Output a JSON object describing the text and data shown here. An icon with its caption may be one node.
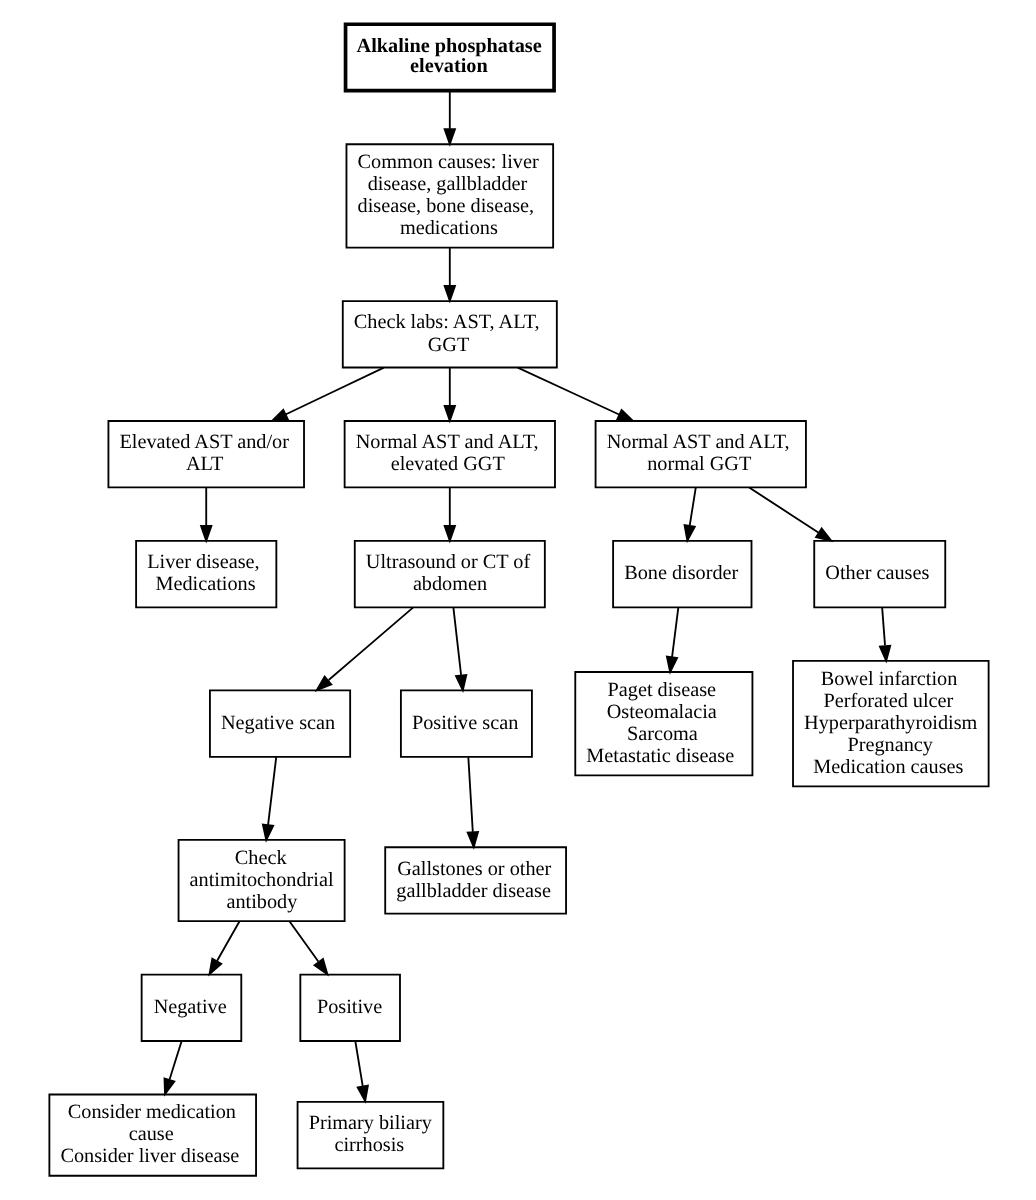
{
  "diagram": {
    "nodes": [
      {
        "text": [
          "Alkaline phosphatase elevation"
        ]
      },
      {
        "text": [
          "Common causes: liver disease, gallbladder disease, bone disease, medications"
        ]
      },
      {
        "text": [
          "Check labs: AST, ALT, GGT"
        ]
      },
      {
        "text": [
          "Elevated AST and/or ALT"
        ]
      },
      {
        "text": [
          "Normal AST and ALT, elevated GGT"
        ]
      },
      {
        "text": [
          "Normal AST and ALT, normal GGT"
        ]
      },
      {
        "text": [
          "Liver disease, Medications"
        ]
      },
      {
        "text": [
          "Ultrasound or CT of abdomen"
        ]
      },
      {
        "text": [
          "Bone disorder"
        ]
      },
      {
        "text": [
          "Other causes"
        ]
      },
      {
        "text": [
          "Negative scan"
        ]
      },
      {
        "text": [
          "Positive scan"
        ]
      },
      {
        "text": [
          "Paget disease",
          "Osteomalacia",
          "Sarcoma",
          "Metastatic disease"
        ]
      },
      {
        "text": [
          "Bowel infarction",
          "Perforated ulcer",
          "Hyperparathyroidism",
          "Pregnancy",
          "Medication causes"
        ]
      },
      {
        "text": [
          "Check antimitochondrial antibody"
        ]
      },
      {
        "text": [
          "Gallstones or other gallbladder disease"
        ]
      },
      {
        "text": [
          "Negative"
        ]
      },
      {
        "text": [
          "Positive"
        ]
      },
      {
        "text": [
          "Consider medication cause",
          "Consider liver disease"
        ]
      },
      {
        "text": [
          "Primary biliary cirrhosis"
        ]
      }
    ],
    "edges": [
      {
        "from": 0,
        "to": 1,
        "arrow": "to"
      },
      {
        "from": 1,
        "to": 2,
        "arrow": "to"
      },
      {
        "from": 2,
        "to": 3,
        "arrow": "to"
      },
      {
        "from": 2,
        "to": 4,
        "arrow": "to"
      },
      {
        "from": 2,
        "to": 5,
        "arrow": "to"
      },
      {
        "from": 3,
        "to": 6,
        "arrow": "to"
      },
      {
        "from": 4,
        "to": 7,
        "arrow": "to"
      },
      {
        "from": 5,
        "to": 8,
        "arrow": "to"
      },
      {
        "from": 5,
        "to": 9,
        "arrow": "to"
      },
      {
        "from": 7,
        "to": 10,
        "arrow": "to"
      },
      {
        "from": 7,
        "to": 11,
        "arrow": "to"
      },
      {
        "from": 8,
        "to": 12,
        "arrow": "to"
      },
      {
        "from": 9,
        "to": 13,
        "arrow": "to"
      },
      {
        "from": 10,
        "to": 14,
        "arrow": "to"
      },
      {
        "from": 11,
        "to": 15,
        "arrow": "to"
      },
      {
        "from": 14,
        "to": 16,
        "arrow": "to"
      },
      {
        "from": 14,
        "to": 17,
        "arrow": "to"
      },
      {
        "from": 16,
        "to": 18,
        "arrow": "to"
      },
      {
        "from": 17,
        "to": 19,
        "arrow": "to"
      }
    ]
  }
}
